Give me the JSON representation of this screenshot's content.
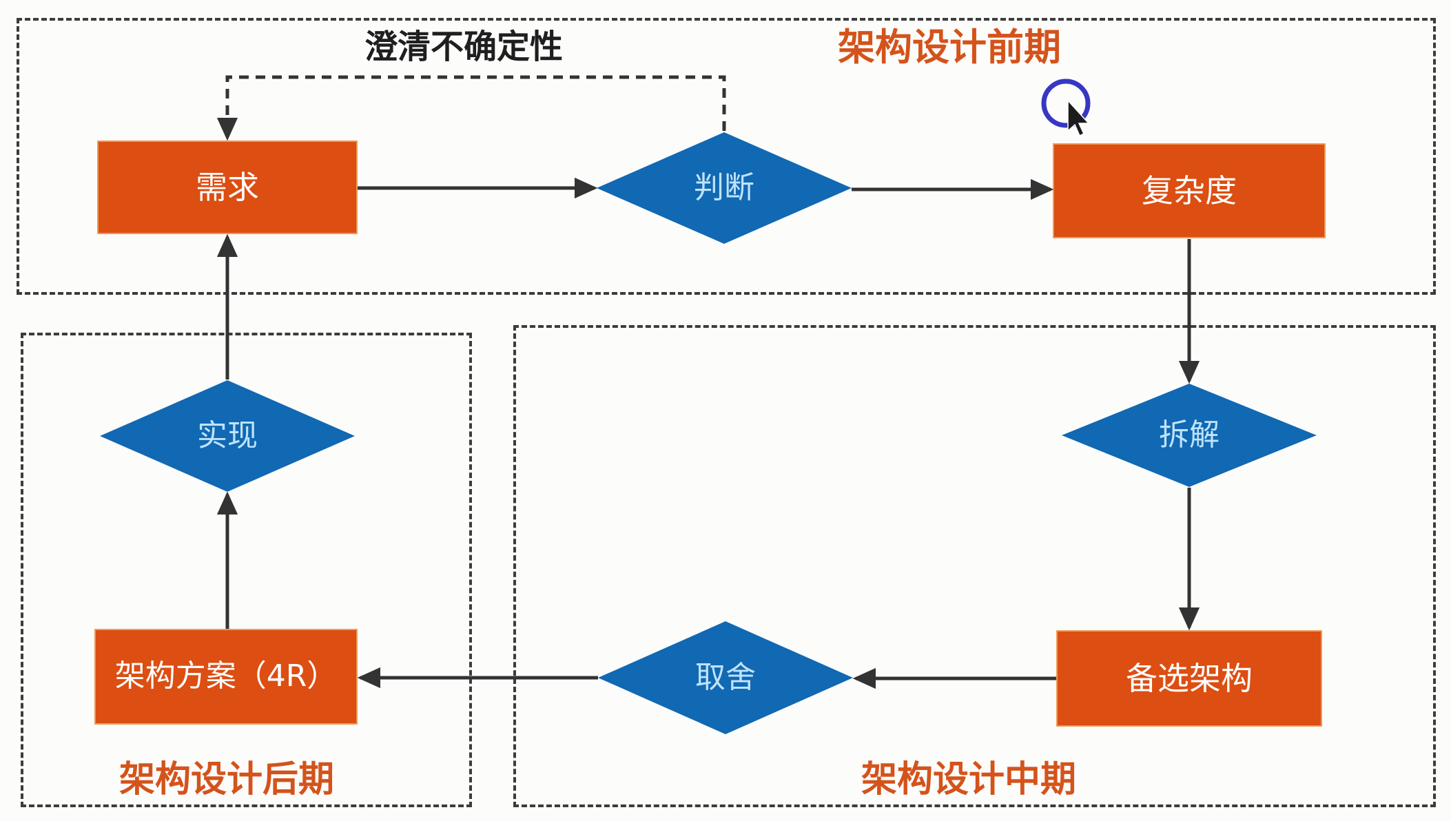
{
  "diagram": {
    "zones": {
      "early": {
        "label": "架构设计前期"
      },
      "mid": {
        "label": "架构设计中期"
      },
      "late": {
        "label": "架构设计后期"
      }
    },
    "nodes": {
      "requirements": {
        "label": "需求",
        "shape": "rect"
      },
      "judge": {
        "label": "判断",
        "shape": "diamond"
      },
      "complexity": {
        "label": "复杂度",
        "shape": "rect"
      },
      "decompose": {
        "label": "拆解",
        "shape": "diamond"
      },
      "candidates": {
        "label": "备选架构",
        "shape": "rect"
      },
      "tradeoff": {
        "label": "取舍",
        "shape": "diamond"
      },
      "plan": {
        "label": "架构方案（4R）",
        "shape": "rect"
      },
      "implement": {
        "label": "实现",
        "shape": "diamond"
      }
    },
    "edge_labels": {
      "clarify": "澄清不确定性"
    },
    "edges": [
      {
        "from": "requirements",
        "to": "judge",
        "style": "solid"
      },
      {
        "from": "judge",
        "to": "complexity",
        "style": "solid"
      },
      {
        "from": "complexity",
        "to": "decompose",
        "style": "solid"
      },
      {
        "from": "decompose",
        "to": "candidates",
        "style": "solid"
      },
      {
        "from": "candidates",
        "to": "tradeoff",
        "style": "solid"
      },
      {
        "from": "tradeoff",
        "to": "plan",
        "style": "solid"
      },
      {
        "from": "plan",
        "to": "implement",
        "style": "solid"
      },
      {
        "from": "implement",
        "to": "requirements",
        "style": "solid"
      },
      {
        "from": "judge",
        "to": "requirements",
        "style": "dashed",
        "label": "澄清不确定性"
      }
    ],
    "colors": {
      "background": "#FCFCFB",
      "process_fill": "#DC4E12",
      "process_border": "#F09A55",
      "process_text": "#FFFFFF",
      "decision_fill": "#1168B3",
      "decision_text": "#BEE3FA",
      "zone_label": "#D4531B",
      "zone_border": "#3C3C3C",
      "edge_label": "#1F1F1F",
      "arrow": "#333333",
      "cursor_ring": "#3737C4"
    }
  },
  "cursor": {
    "type": "arrow-pointer-with-click-ring",
    "ring_color": "#3737C4"
  }
}
